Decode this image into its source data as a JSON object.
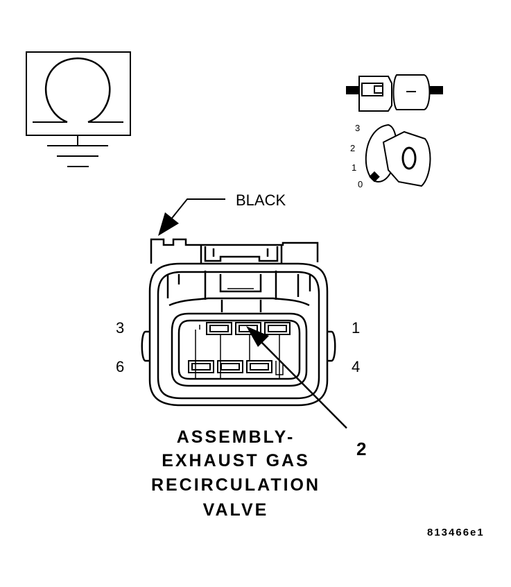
{
  "connector": {
    "color_label": "BLACK",
    "callout_number": "2",
    "pin_labels": {
      "p1": "1",
      "p3": "3",
      "p4": "4",
      "p6": "6"
    },
    "title_lines": [
      "ASSEMBLY-",
      "EXHAUST GAS",
      "RECIRCULATION",
      "VALVE"
    ]
  },
  "key_icon": {
    "positions": [
      "3",
      "2",
      "1",
      "0"
    ]
  },
  "figure_code": "813466e1",
  "icons": [
    "ohmmeter-ground-symbol",
    "connector-halves-icon",
    "ignition-key-icon"
  ]
}
